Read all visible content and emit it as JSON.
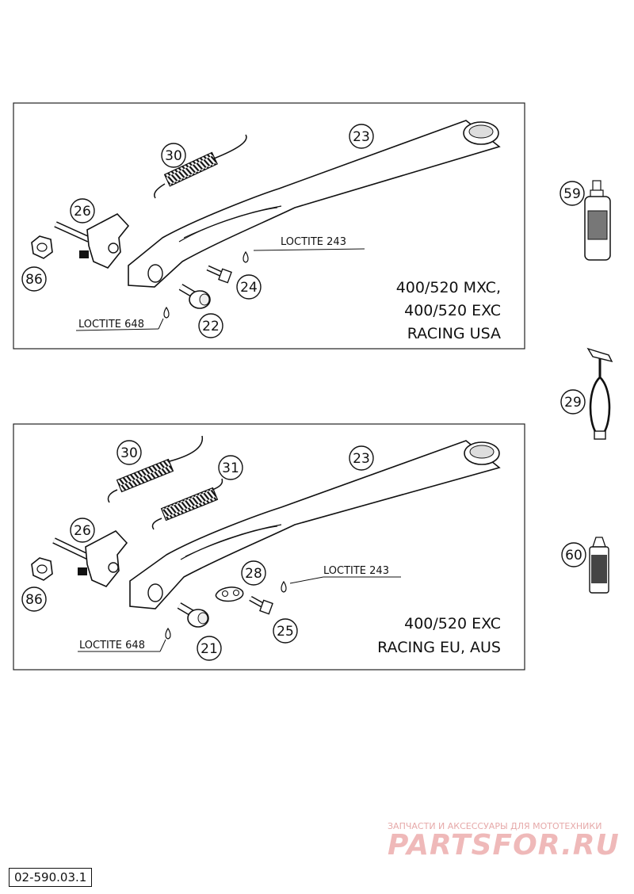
{
  "document_code": "02-590.03.1",
  "watermark": {
    "line1": "ЗАПЧАСТИ И АКСЕССУАРЫ ДЛЯ МОТОТЕХНИКИ",
    "line2": "PARTSFOR.RU"
  },
  "panel1": {
    "variant_lines": [
      "400/520 MXC,",
      "400/520 EXC",
      "RACING USA"
    ],
    "callouts": [
      "23",
      "30",
      "26",
      "86",
      "24",
      "22"
    ],
    "loctite_top": "LOCTITE 243",
    "loctite_bottom": "LOCTITE 648"
  },
  "panel2": {
    "variant_lines": [
      "400/520 EXC",
      "RACING EU, AUS"
    ],
    "callouts": [
      "30",
      "31",
      "23",
      "26",
      "86",
      "28",
      "25",
      "21"
    ],
    "loctite_top": "LOCTITE 243",
    "loctite_bottom": "LOCTITE 648"
  },
  "side_parts": [
    "59",
    "29",
    "60"
  ]
}
